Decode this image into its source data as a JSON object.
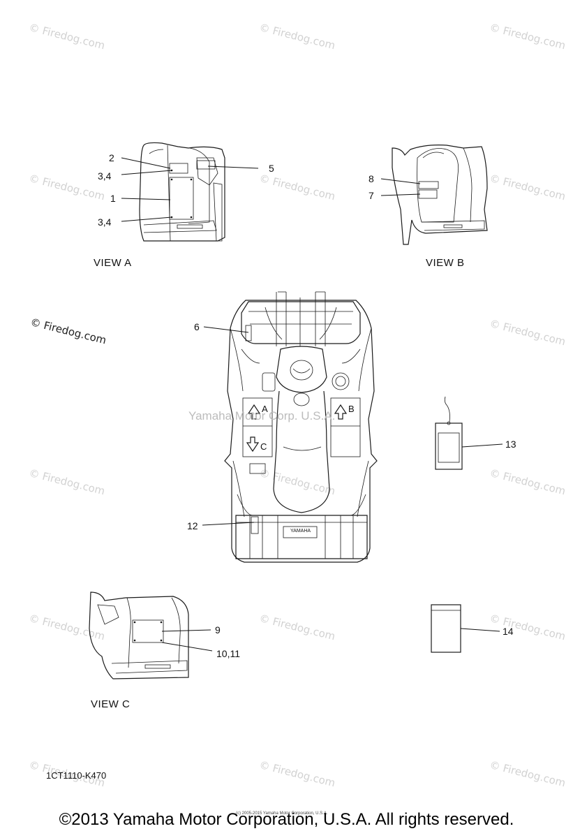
{
  "watermarks": [
    {
      "text": "© Firedog.com"
    },
    {
      "text": "© Firedog.com"
    },
    {
      "text": "© Firedog.com"
    },
    {
      "text": "© Firedog.com"
    },
    {
      "text": "© Firedog.com"
    },
    {
      "text": "© Firedog.com"
    },
    {
      "text": "© Firedog.com"
    },
    {
      "text": "© Firedog.com"
    },
    {
      "text": "© Firedog.com"
    },
    {
      "text": "© Firedog.com"
    },
    {
      "text": "© Firedog.com"
    },
    {
      "text": "© Firedog.com"
    },
    {
      "text": "© Firedog.com"
    },
    {
      "text": "© Firedog.com"
    },
    {
      "text": "© Firedog.com"
    },
    {
      "text": "© Firedog.com"
    },
    {
      "text": "© Firedog.com"
    }
  ],
  "views": {
    "a": "VIEW A",
    "b": "VIEW B",
    "c": "VIEW C"
  },
  "callouts": {
    "c1": "1",
    "c2": "2",
    "c34a": "3,4",
    "c34b": "3,4",
    "c5": "5",
    "c6": "6",
    "c7": "7",
    "c8": "8",
    "c9": "9",
    "c1011": "10,11",
    "c12": "12",
    "c13": "13",
    "c14": "14"
  },
  "arrows": {
    "a": "A",
    "b": "B",
    "c": "C"
  },
  "rack_logo": "YAMAHA",
  "center_watermark": "Yamaha Motor Corp. U.S.A.",
  "part_code": "1CT1110-K470",
  "micro_text": "(c) 2005-2015 Yamaha Motor Corporation, U.S.A.",
  "footer": "©2013 Yamaha Motor Corporation, U.S.A. All rights reserved."
}
